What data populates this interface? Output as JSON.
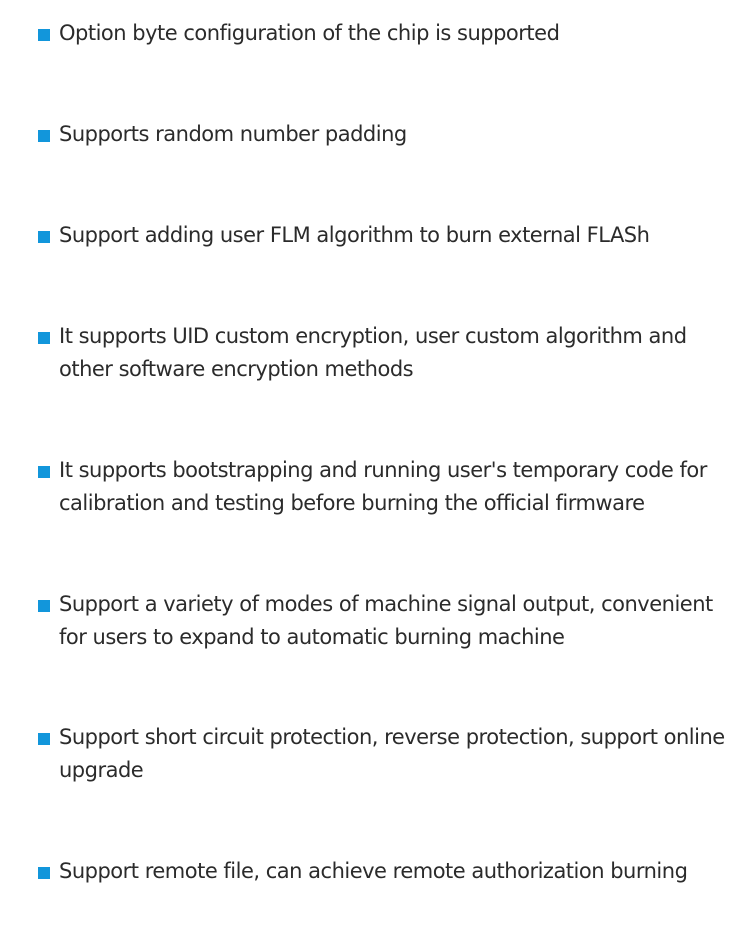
{
  "features": [
    {
      "text": "Option byte configuration of the chip is supported"
    },
    {
      "text": "Supports random number padding"
    },
    {
      "text": "Support adding user FLM algorithm to burn external FLASh"
    },
    {
      "text": "It supports UID custom encryption, user custom algorithm and other software encryption methods"
    },
    {
      "text": "It supports bootstrapping and running user's temporary code for calibration and testing before burning the official firmware"
    },
    {
      "text": "Support a variety of modes of machine signal output, convenient for users to expand to automatic burning machine"
    },
    {
      "text": "Support short circuit protection, reverse protection, support online upgrade"
    },
    {
      "text": "Support remote file, can achieve remote authorization burning"
    }
  ],
  "colors": {
    "bullet": "#1296db",
    "text": "#2b2b2b",
    "background": "#ffffff"
  }
}
